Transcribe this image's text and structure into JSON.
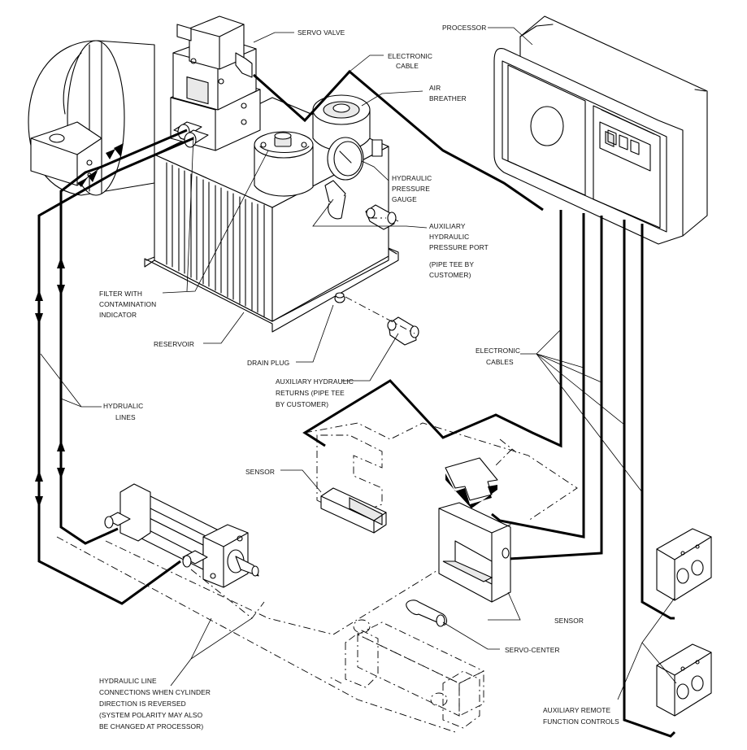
{
  "labels": {
    "servo_valve": "SERVO VALVE",
    "electronic_cable_1": "ELECTRONIC",
    "electronic_cable_2": "CABLE",
    "processor": "PROCESSOR",
    "air_breather_1": "AIR",
    "air_breather_2": "BREATHER",
    "pressure_gauge_1": "HYDRAULIC",
    "pressure_gauge_2": "PRESSURE",
    "pressure_gauge_3": "GAUGE",
    "aux_port_1": "AUXILIARY",
    "aux_port_2": "HYDRAULIC",
    "aux_port_3": "PRESSURE PORT",
    "aux_port_4": "(PIPE TEE BY",
    "aux_port_5": "CUSTOMER)",
    "filter_1": "FILTER WITH",
    "filter_2": "CONTAMINATION",
    "filter_3": "INDICATOR",
    "reservoir": "RESERVOIR",
    "drain_plug": "DRAIN PLUG",
    "electronic_cables_1": "ELECTRONIC",
    "electronic_cables_2": "CABLES",
    "aux_returns_1": "AUXILIARY HYDRAULIC",
    "aux_returns_2": "RETURNS (PIPE TEE",
    "aux_returns_3": "BY CUSTOMER)",
    "hydraulic_lines_1": "HYDRUALIC",
    "hydraulic_lines_2": "LINES",
    "sensor_left": "SENSOR",
    "sensor_right": "SENSOR",
    "servo_center": "SERVO-CENTER",
    "line_conn_1": "HYDRAULIC LINE",
    "line_conn_2": "CONNECTIONS WHEN CYLINDER",
    "line_conn_3": "DIRECTION IS REVERSED",
    "line_conn_4": "(SYSTEM POLARITY MAY ALSO",
    "line_conn_5": "BE CHANGED AT PROCESSOR)",
    "remote_1": "AUXILIARY REMOTE",
    "remote_2": "FUNCTION CONTROLS"
  }
}
